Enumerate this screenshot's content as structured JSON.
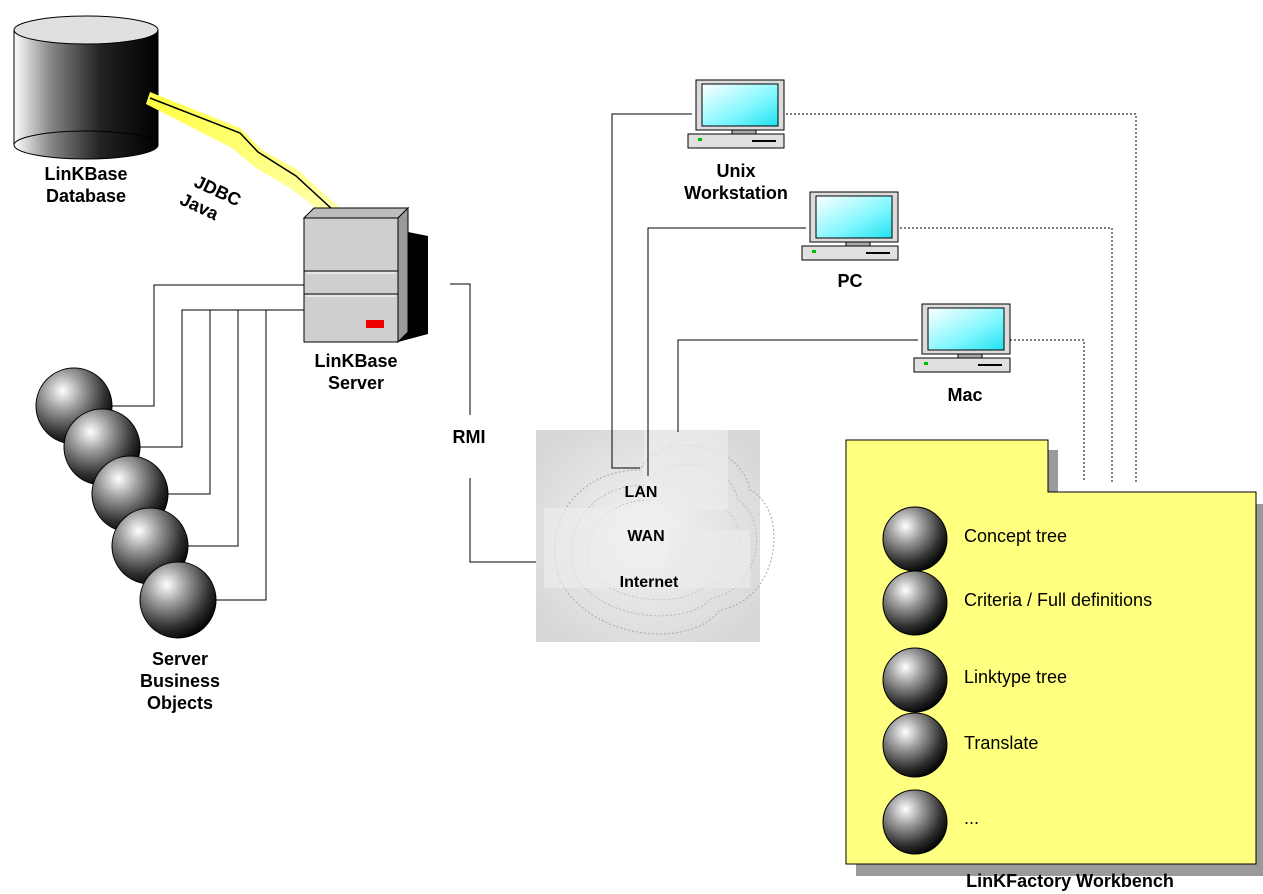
{
  "database": {
    "label_line1": "LinKBase",
    "label_line2": "Database"
  },
  "link": {
    "line1": "JDBC",
    "line2": "Java"
  },
  "server": {
    "label_line1": "LinKBase",
    "label_line2": "Server"
  },
  "business_objects": {
    "line1": "Server",
    "line2": "Business",
    "line3": "Objects"
  },
  "rmi_label": "RMI",
  "network": {
    "lan": "LAN",
    "wan": "WAN",
    "internet": "Internet"
  },
  "clients": {
    "unix": {
      "line1": "Unix",
      "line2": "Workstation"
    },
    "pc": "PC",
    "mac": "Mac"
  },
  "workbench": {
    "title": "LinKFactory Workbench",
    "color": "#ffff80",
    "items": [
      {
        "label": "Concept tree"
      },
      {
        "label": "Criteria / Full definitions"
      },
      {
        "label": "Linktype tree"
      },
      {
        "label": "Translate"
      },
      {
        "label": "..."
      }
    ]
  }
}
